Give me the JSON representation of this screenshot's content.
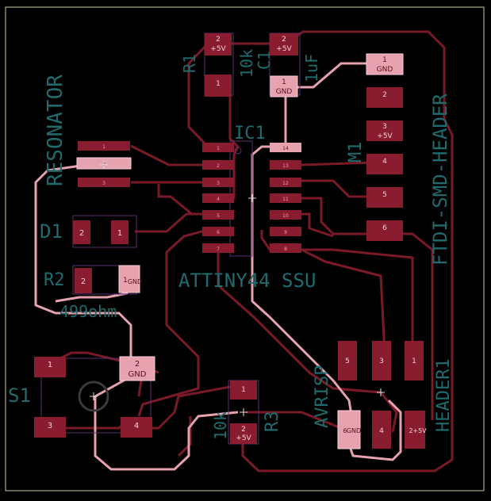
{
  "labels": {
    "resonator": "RESONATOR",
    "ic1": "IC1",
    "ic1_value": "ATTINY44 SSU",
    "r1": "R1",
    "r1_value": "10k",
    "c1": "C1",
    "c1_value": "1uF",
    "m1": "M1",
    "header": "FTDI-SMD-HEADER",
    "d1": "D1",
    "r2": "R2",
    "r2_value": "499ohm",
    "s1": "S1",
    "r3": "R3",
    "r3_value": "10k",
    "avrisp": "AVRISP",
    "header1": "HEADER1"
  },
  "pads": {
    "r1_2": "2",
    "r1_2n": "+5V",
    "r1_1": "1",
    "c1_2": "2",
    "c1_2n": "+5V",
    "c1_1": "1",
    "c1_1n": "GND",
    "ftdi_1": "1",
    "ftdi_1n": "GND",
    "ftdi_2": "2",
    "ftdi_3": "3",
    "ftdi_3n": "+5V",
    "ftdi_4": "4",
    "ftdi_5": "5",
    "ftdi_6": "6",
    "d1_2": "2",
    "d1_1": "1",
    "r2_2": "2",
    "r2_1": "1",
    "r2_1n": "GND",
    "s1_1": "1",
    "s1_2": "2",
    "s1_2n": "GND",
    "s1_3": "3",
    "s1_4": "4",
    "r3_1": "1",
    "r3_2": "2",
    "r3_2n": "+5V",
    "isp_5": "5",
    "isp_3": "3",
    "isp_1": "1",
    "isp_6": "6",
    "isp_6n": "GND",
    "isp_4": "4",
    "isp_2": "2",
    "isp_2n": "+5V",
    "ic_1": "1",
    "ic_2": "2",
    "ic_3": "3",
    "ic_4": "4",
    "ic_5": "5",
    "ic_6": "6",
    "ic_7": "7",
    "ic_8": "8",
    "ic_9": "9",
    "ic_10": "10",
    "ic_11": "11",
    "ic_12": "12",
    "ic_13": "13",
    "ic_14": "14",
    "res_1": "1",
    "res_2": "2",
    "res_3": "3"
  },
  "colors": {
    "background": "#000000",
    "trace": "#7a1a28",
    "selected_trace": "#e6a2ae",
    "pad": "#8a1c30",
    "selected_pad": "#e6a2ae",
    "silkscreen": "#1f6b6e",
    "outline": "#c8c8a0"
  }
}
